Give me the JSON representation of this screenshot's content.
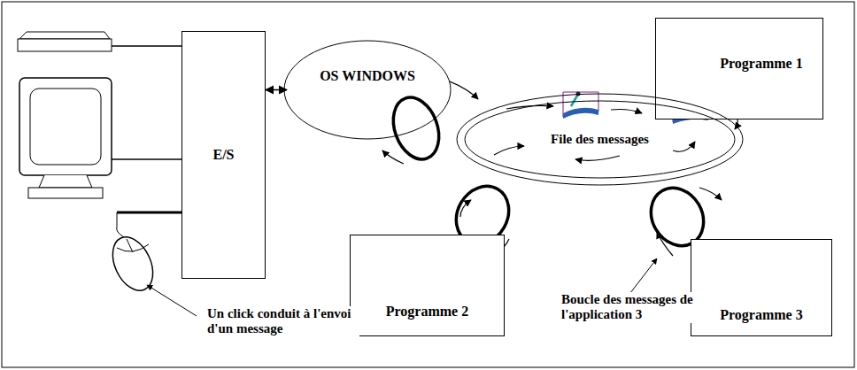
{
  "diagram": {
    "nodes": [
      {
        "text": [
          "E/S"
        ]
      },
      {
        "text": [
          "OS WINDOWS"
        ]
      },
      {
        "text": [
          "Programme 1"
        ]
      },
      {
        "text": [
          "File des messages"
        ]
      },
      {
        "text": [
          "Programme 2"
        ]
      },
      {
        "text": [
          "Programme 3"
        ]
      }
    ],
    "edges": [
      {
        "from": 0,
        "to": 1,
        "arrow": "both"
      }
    ],
    "labels": [
      "Un click conduit à l'envoi d'un message",
      "Boucle des messages de l'application 3"
    ]
  }
}
